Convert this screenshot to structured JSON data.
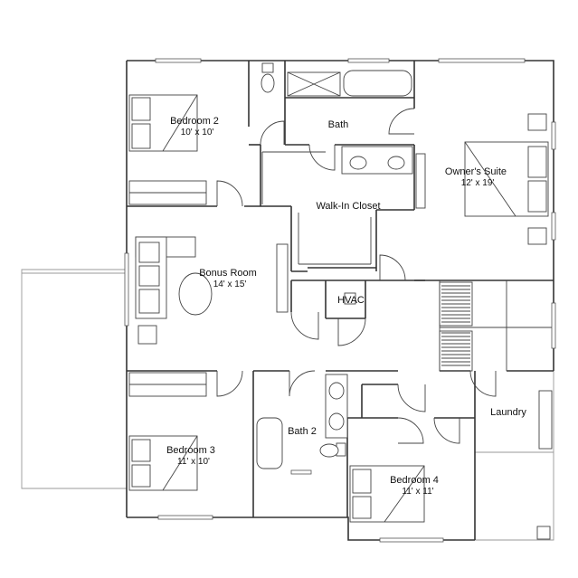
{
  "rooms": {
    "bedroom2": {
      "name": "Bedroom 2",
      "size": "10' x 10'"
    },
    "bath": {
      "name": "Bath"
    },
    "owners_suite": {
      "name": "Owner's Suite",
      "size": "12' x 19'"
    },
    "walk_in_closet": {
      "name": "Walk-In Closet"
    },
    "bonus_room": {
      "name": "Bonus Room",
      "size": "14' x 15'"
    },
    "hvac": {
      "name": "HVAC"
    },
    "laundry": {
      "name": "Laundry"
    },
    "bath2": {
      "name": "Bath 2"
    },
    "bedroom3": {
      "name": "Bedroom 3",
      "size": "11' x 10'"
    },
    "bedroom4": {
      "name": "Bedroom 4",
      "size": "11' x 11'"
    }
  }
}
